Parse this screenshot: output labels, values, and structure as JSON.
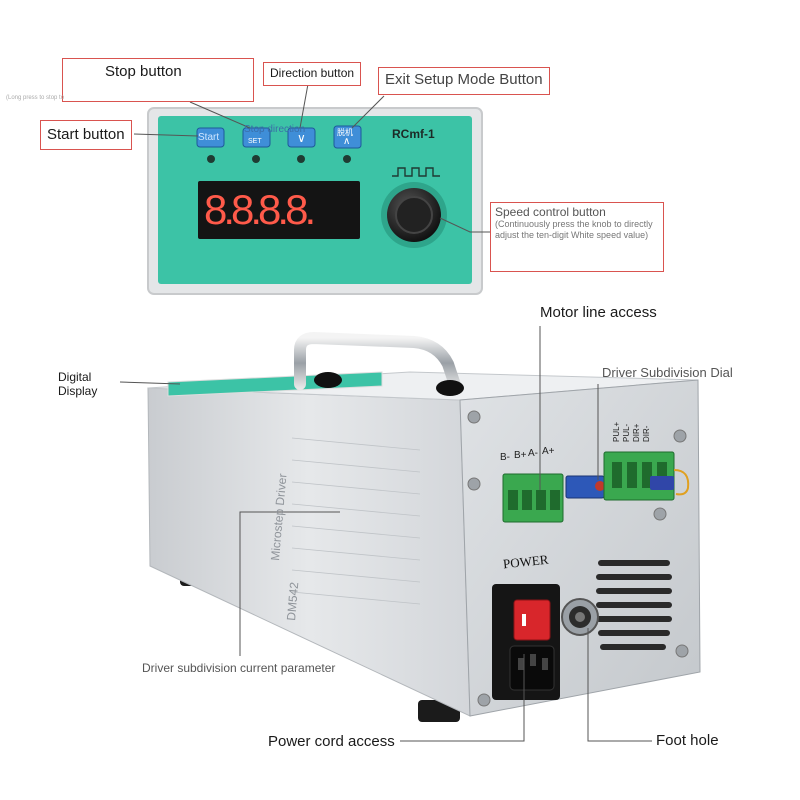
{
  "callouts": {
    "stop_button": "Stop button",
    "long_press_hint": "(Long press to stop to ",
    "direction_button": "Direction button",
    "exit_setup_button": "Exit Setup Mode Button",
    "start_button": "Start button",
    "speed_control_title": "Speed control button",
    "speed_control_note": "(Continuously press the knob to directly adjust the ten-digit White speed value)",
    "motor_line_access": "Motor line access",
    "driver_subdivision_dial": "Driver Subdivision Dial",
    "digital_display": "Digital Display",
    "driver_subdivision_current": "Driver subdivision current parameter",
    "power_cord_access": "Power cord access",
    "foot_hole": "Foot hole"
  },
  "panel": {
    "model": "RCmf-1",
    "start_key": "Start",
    "set_key": "SET",
    "stop_direction_text": "Stop direction",
    "key_down": "∨",
    "key_up_top": "脱机",
    "key_up": "∧",
    "display_digits": "8.8.8.8."
  },
  "device": {
    "power_label": "POWER",
    "driver_name": "Microstep Driver",
    "driver_model": "DM542",
    "motor_terminals": [
      "B-",
      "B+",
      "A-",
      "A+"
    ],
    "signal_terminals": [
      "PUL+",
      "PUL-",
      "DIR+",
      "DIR-"
    ]
  },
  "colors": {
    "panel_teal": "#3cc3a6",
    "callout_border": "#d9534f",
    "terminal_green": "#3aa84f",
    "rocker_red": "#d8262b"
  }
}
